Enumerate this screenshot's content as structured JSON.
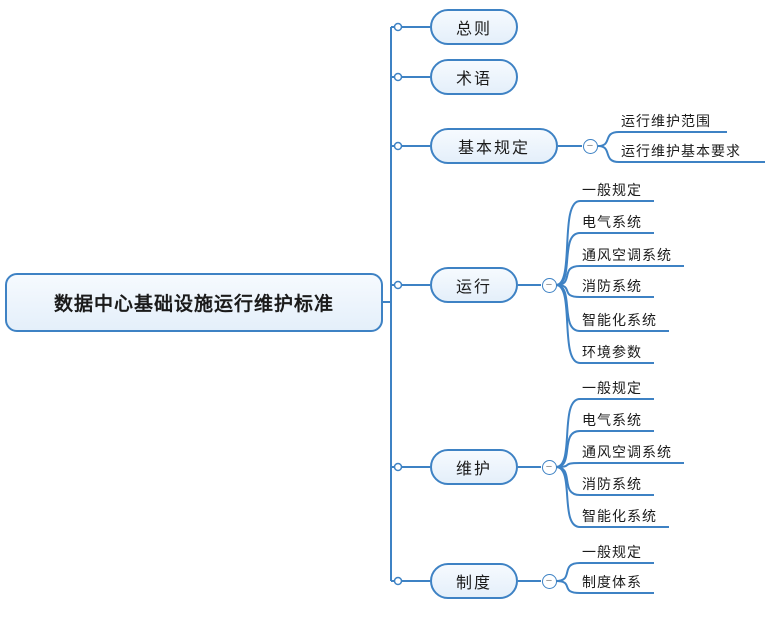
{
  "diagram": {
    "type": "mindmap",
    "title": "数据中心基础设施运行维护标准",
    "root": {
      "label": "数据中心基础设施运行维护标准"
    },
    "branches": [
      {
        "label": "总则",
        "children": []
      },
      {
        "label": "术语",
        "children": []
      },
      {
        "label": "基本规定",
        "children": [
          "运行维护范围",
          "运行维护基本要求"
        ]
      },
      {
        "label": "运行",
        "children": [
          "一般规定",
          "电气系统",
          "通风空调系统",
          "消防系统",
          "智能化系统",
          "环境参数"
        ]
      },
      {
        "label": "维护",
        "children": [
          "一般规定",
          "电气系统",
          "通风空调系统",
          "消防系统",
          "智能化系统"
        ]
      },
      {
        "label": "制度",
        "children": [
          "一般规定",
          "制度体系"
        ]
      }
    ],
    "collapse_glyph": "−",
    "colors": {
      "line": "#3e82c4",
      "node_border": "#3e82c4",
      "node_fill_top": "#f6fafe",
      "node_fill_bottom": "#e4effa",
      "text": "#1b1b1b",
      "collapse_minus": "#808080",
      "background": "#ffffff"
    }
  }
}
